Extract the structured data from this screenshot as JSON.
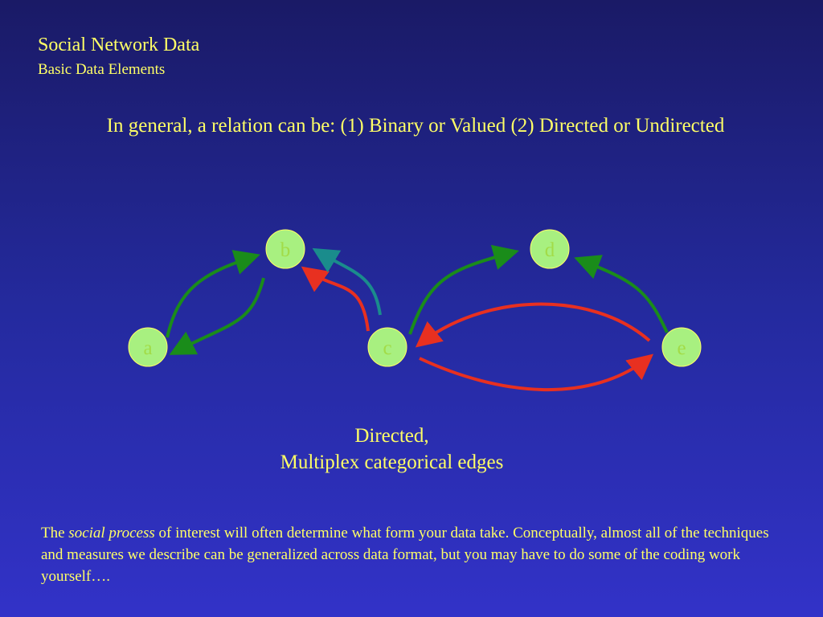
{
  "slide": {
    "title": "Social Network Data",
    "subtitle": "Basic Data Elements",
    "headline": "In general, a relation can be: (1) Binary or Valued (2) Directed or Undirected"
  },
  "diagram": {
    "nodes": [
      {
        "id": "a",
        "label": "a"
      },
      {
        "id": "b",
        "label": "b"
      },
      {
        "id": "c",
        "label": "c"
      },
      {
        "id": "d",
        "label": "d"
      },
      {
        "id": "e",
        "label": "e"
      }
    ],
    "edges": [
      {
        "from": "a",
        "to": "b",
        "color": "#1a8c1a"
      },
      {
        "from": "b",
        "to": "a",
        "color": "#1a8c1a"
      },
      {
        "from": "c",
        "to": "b",
        "color": "#e83020"
      },
      {
        "from": "c",
        "to": "b",
        "color": "#1a8c8c"
      },
      {
        "from": "c",
        "to": "d",
        "color": "#1a8c1a"
      },
      {
        "from": "e",
        "to": "d",
        "color": "#1a8c1a"
      },
      {
        "from": "e",
        "to": "c",
        "color": "#e83020"
      },
      {
        "from": "c",
        "to": "e",
        "color": "#e83020"
      }
    ],
    "node_color": "#a8f080",
    "caption_line1": "Directed,",
    "caption_line2": "Multiplex categorical edges"
  },
  "footer": {
    "part1": "The ",
    "emphasis": "social process",
    "part2": " of interest will often determine what form your data take.  Conceptually, almost all of the techniques and measures we describe can be generalized across data format, but you may have to do some of the coding work yourself…."
  }
}
